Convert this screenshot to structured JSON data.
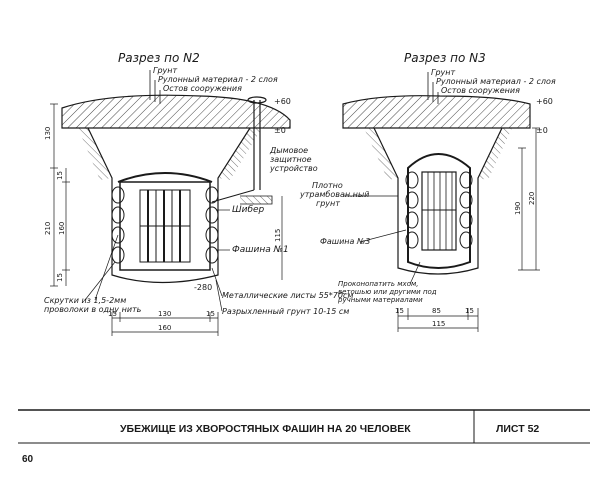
{
  "section2": {
    "title": "Разрез по N2",
    "layers": [
      "Грунт",
      "Рулонный материал - 2 слоя",
      "Остов сооружения"
    ],
    "labels": {
      "smoke": "Дымовое",
      "smoke2": "защитное",
      "smoke3": "устройство",
      "damper": "Шибер",
      "fascine": "Фашина №1",
      "sheets": "Металлические листы 55*70см",
      "loose": "Разрыхленный грунт 10-15 см",
      "twist1": "Скрутки из 1,5-2мм",
      "twist2": "проволоки в одну нить"
    },
    "levels": {
      "top": "+60",
      "zero": "±0",
      "bottom": "-280"
    },
    "dims": {
      "h130": "130",
      "h15a": "15",
      "h210": "210",
      "h160": "160",
      "h15b": "15",
      "h115": "115",
      "b15a": "15",
      "b130": "130",
      "b15b": "15",
      "b160": "160"
    }
  },
  "section3": {
    "title": "Разрез по N3",
    "layers": [
      "Грунт",
      "Рулонный материал - 2 слоя",
      "Остов сооружения"
    ],
    "labels": {
      "tamp1": "Плотно",
      "tamp2": "утрамбован.ный",
      "tamp3": "грунт",
      "fascine": "Фашина №3",
      "caulk1": "Проконопатить мхом,",
      "caulk2": "ветошью или другими под",
      "caulk3": "ручными материалами"
    },
    "levels": {
      "top": "+60",
      "zero": "±0"
    },
    "dims": {
      "v190": "190",
      "v220": "220",
      "b15a": "15",
      "b85": "85",
      "b15b": "15",
      "b115": "115"
    }
  },
  "caption": {
    "title": "УБЕЖИЩЕ ИЗ ХВОРОСТЯНЫХ ФАШИН НА 20 ЧЕЛОВЕК",
    "sheet": "ЛИСТ 52"
  },
  "page_number": "60"
}
